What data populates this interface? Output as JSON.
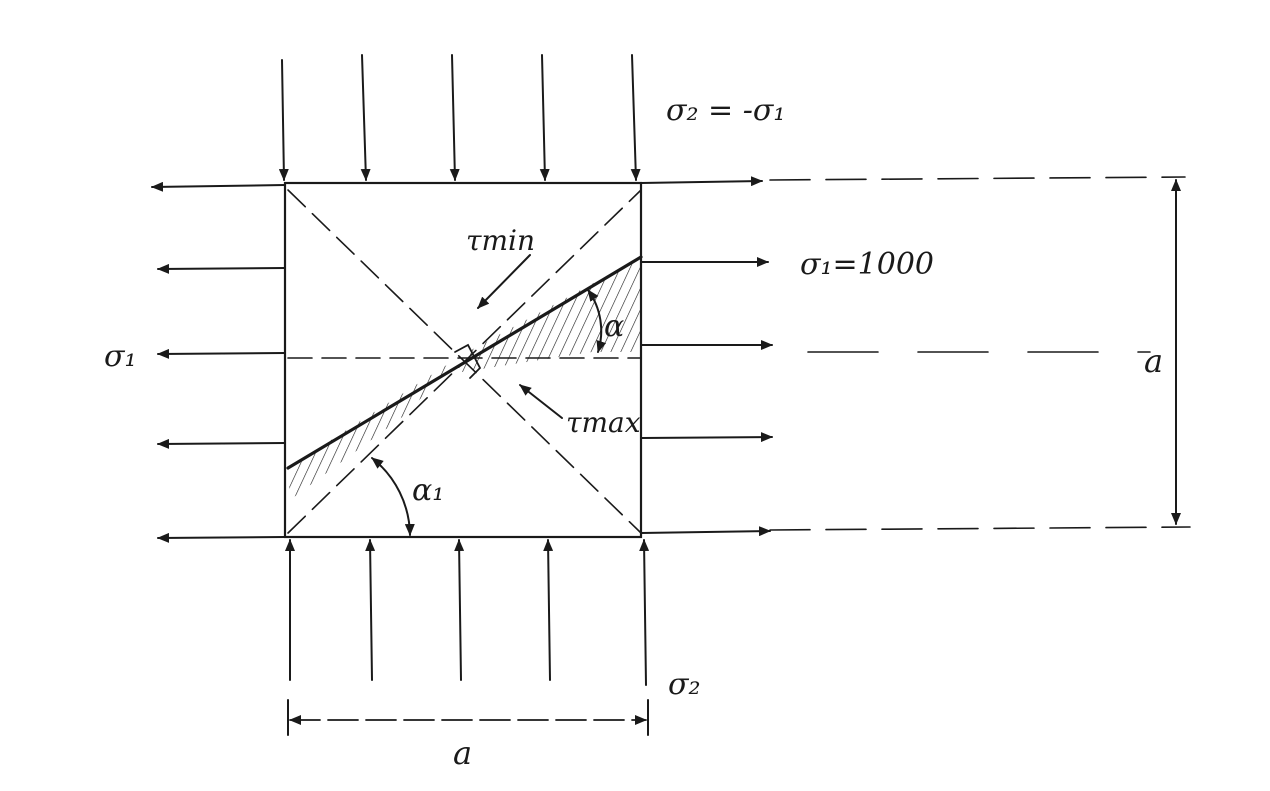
{
  "colors": {
    "ink": "#1a1a1a",
    "background": "#ffffff"
  },
  "labels": {
    "sigma2_top": "σ₂ = -σ₁",
    "sigma1_right": "σ₁=1000",
    "sigma1_left": "σ₁",
    "sigma2_bottom": "σ₂",
    "tau_min": "τmin",
    "tau_max": "τmax",
    "alpha": "α",
    "alpha1": "α₁",
    "dim_right": "a",
    "dim_bottom": "a"
  }
}
